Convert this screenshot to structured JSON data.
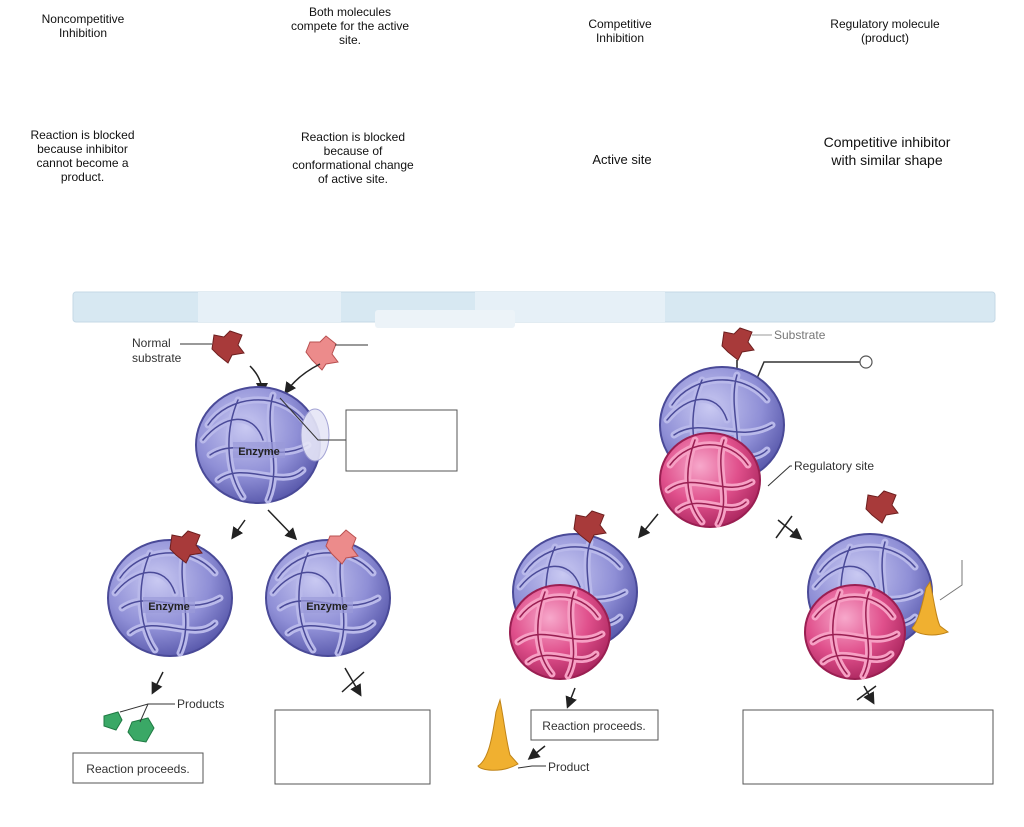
{
  "cards": [
    {
      "id": "noncompetitive-inhibition",
      "text": "Noncompetitive Inhibition"
    },
    {
      "id": "compete-active-site",
      "text": "Both molecules compete for the active site."
    },
    {
      "id": "competitive-inhibition",
      "text": "Competitive Inhibition"
    },
    {
      "id": "regulatory-molecule",
      "text": "Regulatory molecule (product)"
    },
    {
      "id": "blocked-not-product",
      "text": "Reaction is blocked because inhibitor cannot become a product."
    },
    {
      "id": "blocked-conformational",
      "text": "Reaction is blocked because of conformational change of active site."
    },
    {
      "id": "active-site",
      "text": "Active site"
    },
    {
      "id": "competitive-inhibitor-shape",
      "text": "Competitive inhibitor with similar shape"
    }
  ],
  "diagram": {
    "normal_substrate": "Normal\nsubstrate",
    "normal_substrate_line1": "Normal",
    "normal_substrate_line2": "substrate",
    "enzyme": "Enzyme",
    "products": "Products",
    "reaction_proceeds": "Reaction proceeds.",
    "substrate": "Substrate",
    "regulatory_site": "Regulatory site",
    "product": "Product"
  },
  "colors": {
    "enzyme": "#8f8fd6",
    "enzyme_dark": "#5e5eb0",
    "regulator_protein": "#e0508c",
    "substrate_dark": "#a83a3a",
    "inhibitor_pink": "#ec8b8b",
    "product_green": "#3aa866",
    "product_yellow": "#f0b030",
    "header_band": "#d7e8f2"
  }
}
